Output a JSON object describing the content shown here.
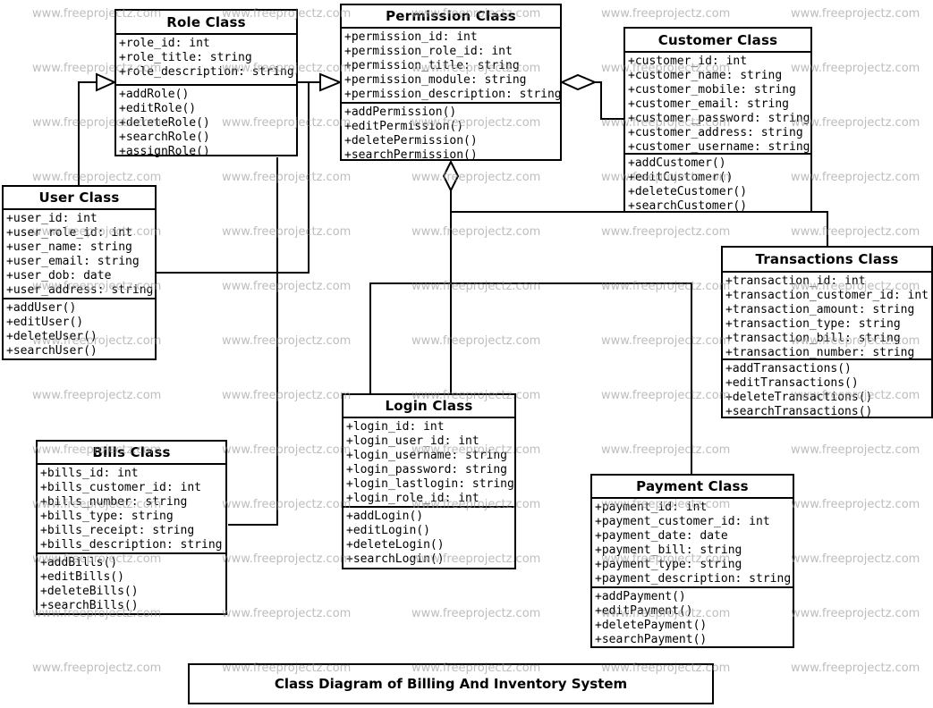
{
  "watermark": {
    "text": "www.freeprojectz.com"
  },
  "diagram_title": "Class Diagram of Billing And Inventory System",
  "classes": [
    {
      "id": "role",
      "name": "Role Class",
      "attributes": [
        "+role_id: int",
        "+role_title: string",
        "+role_description: string"
      ],
      "methods": [
        "+addRole()",
        "+editRole()",
        "+deleteRole()",
        "+searchRole()",
        "+assignRole()"
      ]
    },
    {
      "id": "permission",
      "name": "Permission Class",
      "attributes": [
        "+permission_id: int",
        "+permission_role_id: int",
        "+permission_title: string",
        "+permission_module: string",
        "+permission_description: string"
      ],
      "methods": [
        "+addPermission()",
        "+editPermission()",
        "+deletePermission()",
        "+searchPermission()"
      ]
    },
    {
      "id": "customer",
      "name": "Customer Class",
      "attributes": [
        "+customer_id: int",
        "+customer_name: string",
        "+customer_mobile: string",
        "+customer_email: string",
        "+customer_password: string",
        "+customer_address: string",
        "+customer_username: string"
      ],
      "methods": [
        "+addCustomer()",
        "+editCustomer()",
        "+deleteCustomer()",
        "+searchCustomer()"
      ]
    },
    {
      "id": "user",
      "name": "User Class",
      "attributes": [
        "+user_id: int",
        "+user_role_id: int",
        "+user_name: string",
        "+user_email: string",
        "+user_dob: date",
        "+user_address: string"
      ],
      "methods": [
        "+addUser()",
        "+editUser()",
        "+deleteUser()",
        "+searchUser()"
      ]
    },
    {
      "id": "transactions",
      "name": "Transactions Class",
      "attributes": [
        "+transaction_id: int",
        "+transaction_customer_id: int",
        "+transaction_amount: string",
        "+transaction_type: string",
        "+transaction_bill: string",
        "+transaction_number: string"
      ],
      "methods": [
        "+addTransactions()",
        "+editTransactions()",
        "+deleteTransactions()",
        "+searchTransactions()"
      ]
    },
    {
      "id": "login",
      "name": "Login Class",
      "attributes": [
        "+login_id: int",
        "+login_user_id: int",
        "+login_username: string",
        "+login_password: string",
        "+login_lastlogin: string",
        "+login_role_id: int"
      ],
      "methods": [
        "+addLogin()",
        "+editLogin()",
        "+deleteLogin()",
        "+searchLogin()"
      ]
    },
    {
      "id": "bills",
      "name": "Bills Class",
      "attributes": [
        "+bills_id: int",
        "+bills_customer_id: int",
        "+bills_number: string",
        "+bills_type: string",
        "+bills_receipt: string",
        "+bills_description: string"
      ],
      "methods": [
        "+addBills()",
        "+editBills()",
        "+deleteBills()",
        "+searchBills()"
      ]
    },
    {
      "id": "payment",
      "name": "Payment Class",
      "attributes": [
        "+payment_id: int",
        "+payment_customer_id: int",
        "+payment_date: date",
        "+payment_bill: string",
        "+payment_type: string",
        "+payment_description: string"
      ],
      "methods": [
        "+addPayment()",
        "+editPayment()",
        "+deletePayment()",
        "+searchPayment()"
      ]
    }
  ],
  "relationships": [
    {
      "from": "User Class",
      "to": "Role Class",
      "type": "generalization"
    },
    {
      "from": "Role Class",
      "to": "Permission Class",
      "type": "generalization"
    },
    {
      "from": "User Class",
      "to": "Permission Class",
      "type": "association"
    },
    {
      "from": "Customer Class",
      "to": "Permission Class",
      "type": "aggregation"
    },
    {
      "from": "Login Class",
      "to": "Permission Class",
      "type": "aggregation"
    },
    {
      "from": "Transactions Class",
      "to": "Permission Class",
      "type": "association"
    },
    {
      "from": "Bills Class",
      "to": "Role Class",
      "type": "association"
    },
    {
      "from": "Login Class",
      "to": "Payment Class",
      "type": "association"
    }
  ],
  "colors": {
    "line": "#000000",
    "box_bg": "#ffffff",
    "watermark": "#949494"
  }
}
